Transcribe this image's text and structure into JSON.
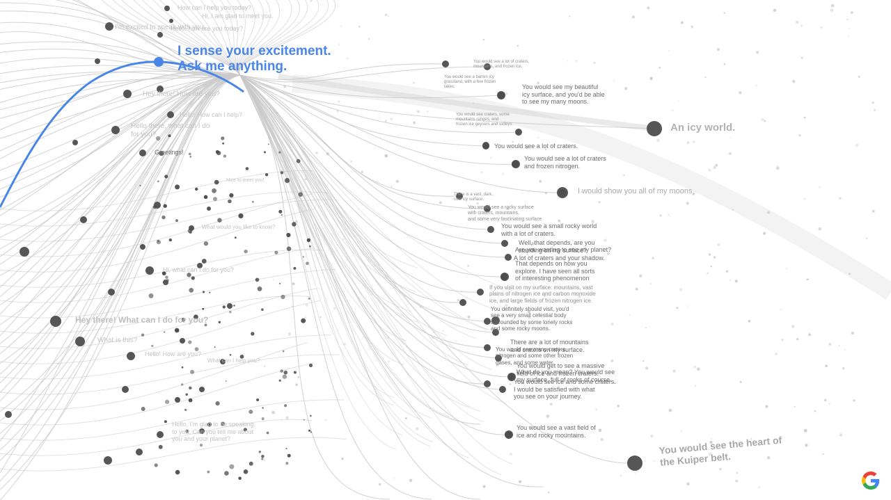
{
  "highlight": {
    "color": "#4a86e8",
    "text": "I sense your excitement.\nAsk me anything."
  },
  "prompts": [
    "How can I help you today?",
    "Hi, I am glad to meet you.",
    "I'm excited to speak with you.",
    "Hello, how are you today?",
    "Hey there! How are you?",
    "Hello! How can I help?",
    "Hello there, what can I do\nfor you?",
    "Greetings!",
    "Nice to meet you!",
    "What would you like to know?",
    "Hi, what can I do for you?",
    "Hey there! What can I do for you?",
    "What is this?",
    "Hello! How are you?",
    "What can I help you?",
    "Hello, I'm glad to be speaking\nto you. Can you tell me about\nyou and your planet?"
  ],
  "responses": [
    "You would see a lot of craters,\nmountains, and frozen ice.",
    "You would see a barren icy\ngrassland, with a few frozen\nlakes.",
    "You would see my beautiful\nicy surface, and you'd be able\nto see my many moons.",
    "You would see craters, some\nmountains ranges, and\nfrozen ice geysers and valleys.",
    "You would see a lot of craters.",
    "You would see a lot of craters\nand frozen nitrogen.",
    "An icy world.",
    "I would show you all of my moons",
    "There is a vast, dark,\ncold icy surface.",
    "You would see a rocky surface\nwith craters, mountains,\nand some very fascinating surface",
    "You would see a small rocky world\nwith a lot of craters.",
    "Well, that depends, are you\nstanding on my surface?",
    "Are you wanting to see my planet?",
    "A lot of craters and your shadow.",
    "That depends on how you\nexplore. I have seen all sorts\nof interesting phenomenon",
    "If you visit on my surface: mountains, vast\nplains of nitrogen ice and carbon monoxide\nice, and large fields of frozen nitrogen ice.",
    "You definitely should visit, you'd\nsee a very small celestial body\nsurrounded by some lonely rocks\nand some rocky moons.",
    "There are a lot of mountains\nand craters on my surface.",
    "You would see many craters,\nnitrogen and some other frozen\ngases, and some water.",
    "You would get to see a massive\nfield of ice and frozen craters.",
    "What do you mean? You would see\nmy surface, full of rocks of course.",
    "You would see ice and some craters.\nI would be satisfied with what\nyou see on your journey.",
    "You would see a vast field of\nice and rocky mountains.",
    "You would see the heart of\nthe Kuiper belt."
  ],
  "colors": {
    "line": "#c9c9c9",
    "dot": "#4d4d4d",
    "highlight": "#4a86e8"
  },
  "icons": {
    "corner": "google-g-icon"
  }
}
